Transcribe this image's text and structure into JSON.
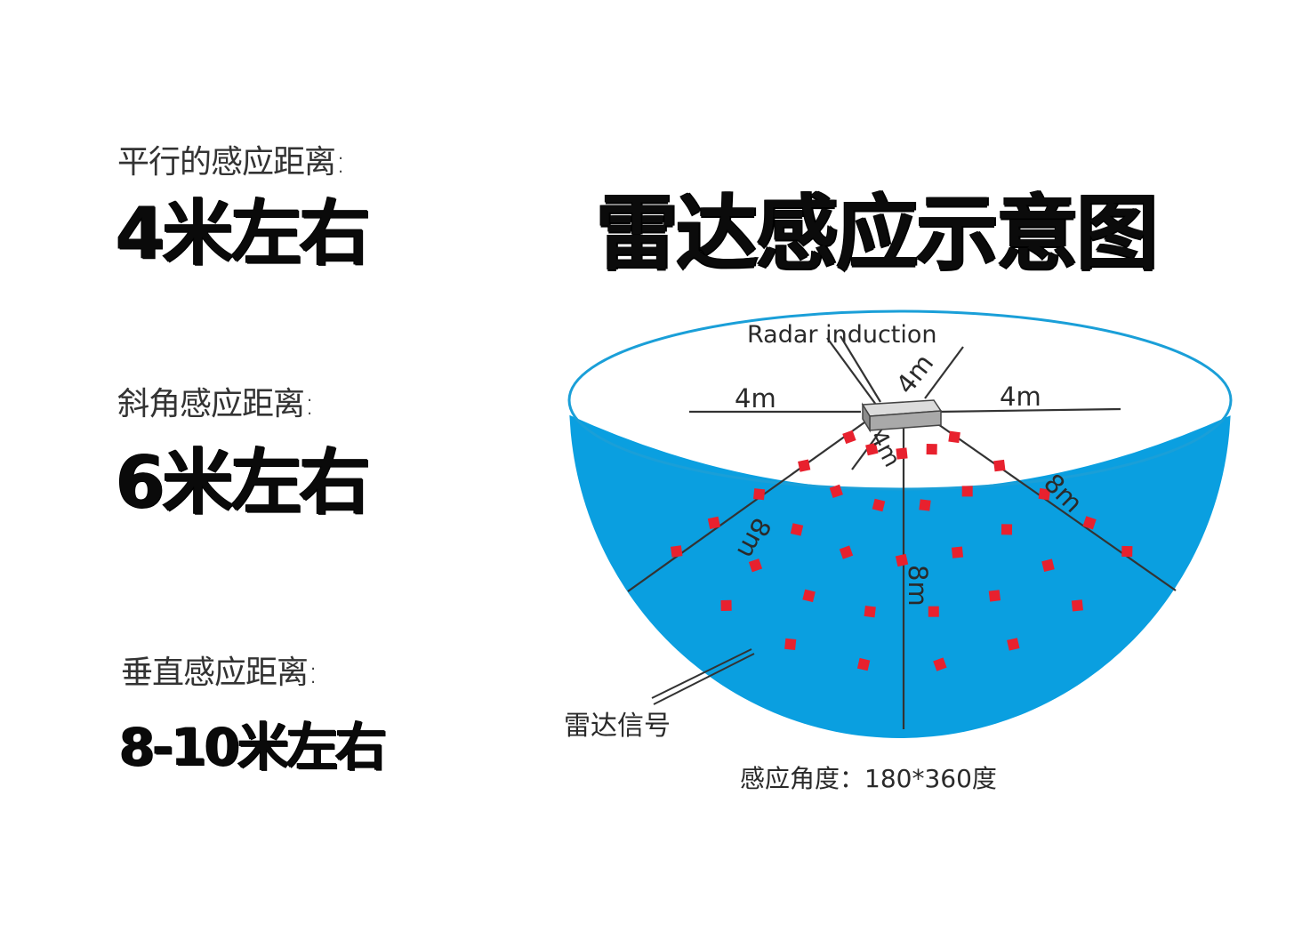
{
  "title": "雷达感应示意图",
  "specs": [
    {
      "label": "平行的感应距离:",
      "value": "4米左右"
    },
    {
      "label": "斜角感应距离:",
      "value": "6米左右"
    },
    {
      "label": "垂直感应距离:",
      "value": "8-10米左右"
    }
  ],
  "diagram": {
    "sensor_label": "Radar induction",
    "horizontal_distance_left": "4m",
    "horizontal_distance_right": "4m",
    "horizontal_distance_back": "4m",
    "horizontal_distance_front": "4m",
    "downward_distance_left": "8m",
    "downward_distance_center": "8m",
    "downward_distance_right": "8m",
    "signal_label": "雷达信号",
    "angle_caption": "感应角度：180*360度",
    "colors": {
      "bowl_fill": "#0a9fe0",
      "bowl_rim": "#1a9fd8",
      "signal_dots": "#e8212e",
      "lines": "#333333",
      "sensor_box": "#b8b8b8"
    }
  }
}
